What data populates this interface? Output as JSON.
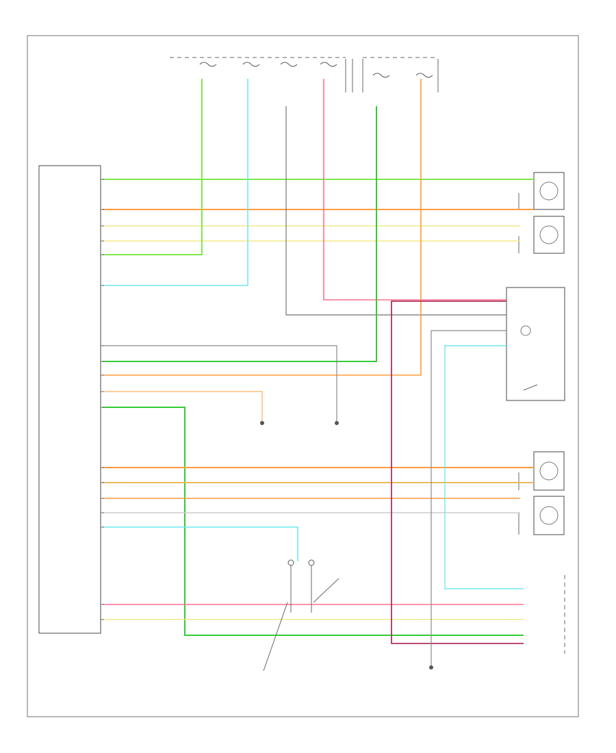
{
  "colors": {
    "lt_green": "#7ee84a",
    "green": "#33cc33",
    "orange": "#ff9a3c",
    "tan": "#e8b85a",
    "yellow": "#f3e88a",
    "lt_blue": "#6fe8f0",
    "pink": "#ff6f8f",
    "dk_red": "#b0305a",
    "gray": "#888888",
    "lt_gray": "#cccccc",
    "black": "#555555"
  },
  "wires": [
    {
      "id": "w-ltgrn-top",
      "color": "lt_green"
    },
    {
      "id": "w-orange-1",
      "color": "orange"
    },
    {
      "id": "w-yellow-1",
      "color": "yellow"
    },
    {
      "id": "w-yellow-2",
      "color": "yellow"
    },
    {
      "id": "w-ltgrn-fuse",
      "color": "lt_green"
    },
    {
      "id": "w-ltblue-fuse",
      "color": "lt_blue"
    },
    {
      "id": "w-gray-fuse",
      "color": "gray"
    },
    {
      "id": "w-pink-fuse",
      "color": "pink"
    },
    {
      "id": "w-green-fuse",
      "color": "green"
    },
    {
      "id": "w-orange-fuse",
      "color": "orange"
    },
    {
      "id": "w-gray-ground",
      "color": "gray"
    },
    {
      "id": "w-ltgrn-mid",
      "color": "lt_green"
    },
    {
      "id": "w-orange-mid",
      "color": "orange"
    },
    {
      "id": "w-green-long",
      "color": "green"
    },
    {
      "id": "w-orange-low1",
      "color": "orange"
    },
    {
      "id": "w-tan-low",
      "color": "tan"
    },
    {
      "id": "w-orange-low2",
      "color": "orange"
    },
    {
      "id": "w-lgray-low",
      "color": "lt_gray"
    },
    {
      "id": "w-ltblue-low",
      "color": "lt_blue"
    },
    {
      "id": "w-pink-low",
      "color": "pink"
    },
    {
      "id": "w-yellow-low",
      "color": "yellow"
    },
    {
      "id": "w-dkred-vert",
      "color": "dk_red"
    },
    {
      "id": "w-ltblue-right",
      "color": "lt_blue"
    },
    {
      "id": "w-gray-right",
      "color": "gray"
    }
  ]
}
